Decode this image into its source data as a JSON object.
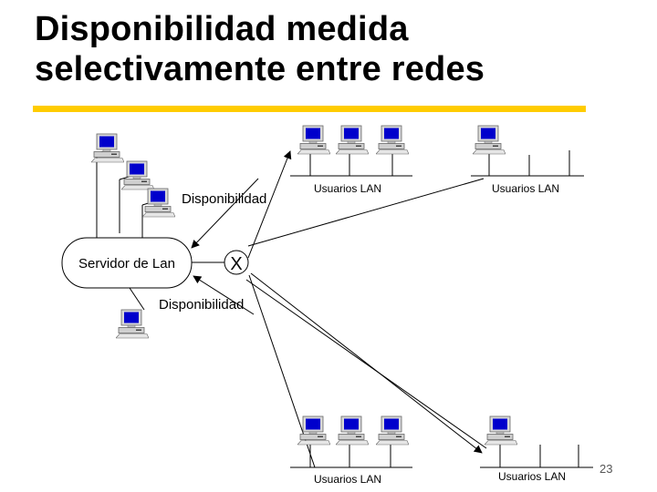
{
  "slide": {
    "title_line1": "Disponibilidad medida",
    "title_line2": "selectivamente entre redes",
    "accent_color": "#FFCC00",
    "page_number": "23"
  },
  "diagram": {
    "server_label": "Servidor de Lan",
    "blocked_marker": "X",
    "availability_label_top": "Disponibilidad",
    "availability_label_bottom": "Disponibilidad",
    "lan_labels": [
      "Usuarios LAN",
      "Usuarios LAN",
      "Usuarios LAN",
      "Usuarios LAN"
    ],
    "icons": [
      "computer-icon"
    ],
    "monitor_screen_color": "#0000CC"
  }
}
